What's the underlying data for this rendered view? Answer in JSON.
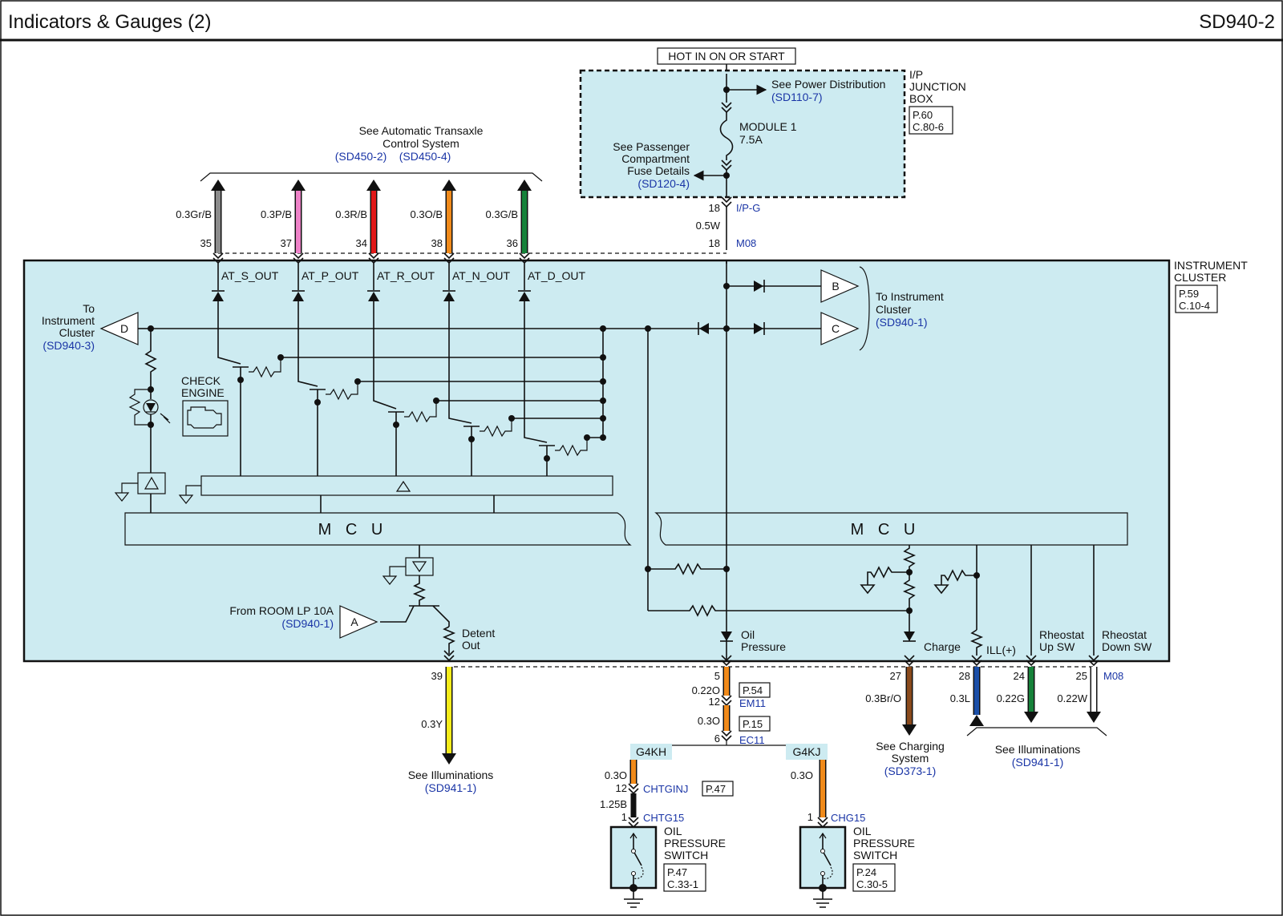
{
  "title": "Indicators & Gauges (2)",
  "page_code": "SD940-2",
  "hot_in": "HOT IN ON OR START",
  "junction_box": {
    "label_1": "I/P",
    "label_2": "JUNCTION",
    "label_3": "BOX",
    "ref_1": "P.60",
    "ref_2": "C.80-6",
    "power_dist": "See Power Distribution",
    "power_dist_ref": "(SD110-7)",
    "module_1": "MODULE 1",
    "module_2": "7.5A",
    "passenger_1": "See Passenger",
    "passenger_2": "Compartment",
    "passenger_3": "Fuse Details",
    "passenger_ref": "(SD120-4)"
  },
  "ipg": {
    "pin": "18",
    "connector": "I/P-G",
    "wire": "0.5W",
    "pin2": "18",
    "connector2": "M08"
  },
  "transaxle": {
    "line1": "See Automatic Transaxle",
    "line2": "Control System",
    "ref1": "(SD450-2)",
    "ref2": "(SD450-4)",
    "wires": [
      {
        "spec": "0.3Gr/B",
        "pin": "35",
        "signal": "AT_S_OUT",
        "color": "#8c8c8c"
      },
      {
        "spec": "0.3P/B",
        "pin": "37",
        "signal": "AT_P_OUT",
        "color": "#ee82c8"
      },
      {
        "spec": "0.3R/B",
        "pin": "34",
        "signal": "AT_R_OUT",
        "color": "#e01818"
      },
      {
        "spec": "0.3O/B",
        "pin": "38",
        "signal": "AT_N_OUT",
        "color": "#f08a1a"
      },
      {
        "spec": "0.3G/B",
        "pin": "36",
        "signal": "AT_D_OUT",
        "color": "#16823a"
      }
    ]
  },
  "cluster": {
    "label_1": "INSTRUMENT",
    "label_2": "CLUSTER",
    "ref_1": "P.59",
    "ref_2": "C.10-4",
    "to_ic_1": "To Instrument",
    "to_ic_2": "Cluster",
    "to_ic_ref": "(SD940-1)",
    "left_to_1": "To",
    "left_to_2": "Instrument",
    "left_to_3": "Cluster",
    "left_to_ref": "(SD940-3)",
    "check_1": "CHECK",
    "check_2": "ENGINE",
    "mcu": "M C U",
    "from_room": "From ROOM LP 10A",
    "from_room_ref": "(SD940-1)",
    "detent_1": "Detent",
    "detent_2": "Out",
    "oil_1": "Oil",
    "oil_2": "Pressure",
    "charge": "Charge",
    "ill": "ILL(+)",
    "rheo_up_1": "Rheostat",
    "rheo_up_2": "Up SW",
    "rheo_down_1": "Rheostat",
    "rheo_down_2": "Down SW",
    "connectors": {
      "a": "A",
      "b": "B",
      "c": "C",
      "d": "D"
    }
  },
  "bottom": {
    "pin_39": "39",
    "wire_03y": "0.3Y",
    "see_ill": "See Illuminations",
    "see_ill_ref": "(SD941-1)",
    "pin_5": "5",
    "wire_022o": "0.22O",
    "p54": "P.54",
    "pin_12": "12",
    "em11": "EM11",
    "wire_03o": "0.3O",
    "p15": "P.15",
    "pin_6": "6",
    "ec11": "EC11",
    "g4kh": "G4KH",
    "g4kj": "G4KJ",
    "wire_03o_l": "0.3O",
    "pin_12b": "12",
    "chtginj": "CHTGINJ",
    "p47": "P.47",
    "wire_125b": "1.25B",
    "pin_1a": "1",
    "chtg15": "CHTG15",
    "wire_03o_r": "0.3O",
    "pin_1b": "1",
    "chg15": "CHG15",
    "ops_1": "OIL",
    "ops_2": "PRESSURE",
    "ops_3": "SWITCH",
    "ops_left_ref1": "P.47",
    "ops_left_ref2": "C.33-1",
    "ops_right_ref1": "P.24",
    "ops_right_ref2": "C.30-5",
    "pin_27": "27",
    "wire_03bro": "0.3Br/O",
    "charging_1": "See Charging",
    "charging_2": "System",
    "charging_ref": "(SD373-1)",
    "pin_28": "28",
    "pin_24": "24",
    "pin_25": "25",
    "m08": "M08",
    "wire_03l": "0.3L",
    "wire_022g": "0.22G",
    "wire_022w": "0.22W",
    "see_ill2": "See Illuminations",
    "see_ill2_ref": "(SD941-1)"
  }
}
